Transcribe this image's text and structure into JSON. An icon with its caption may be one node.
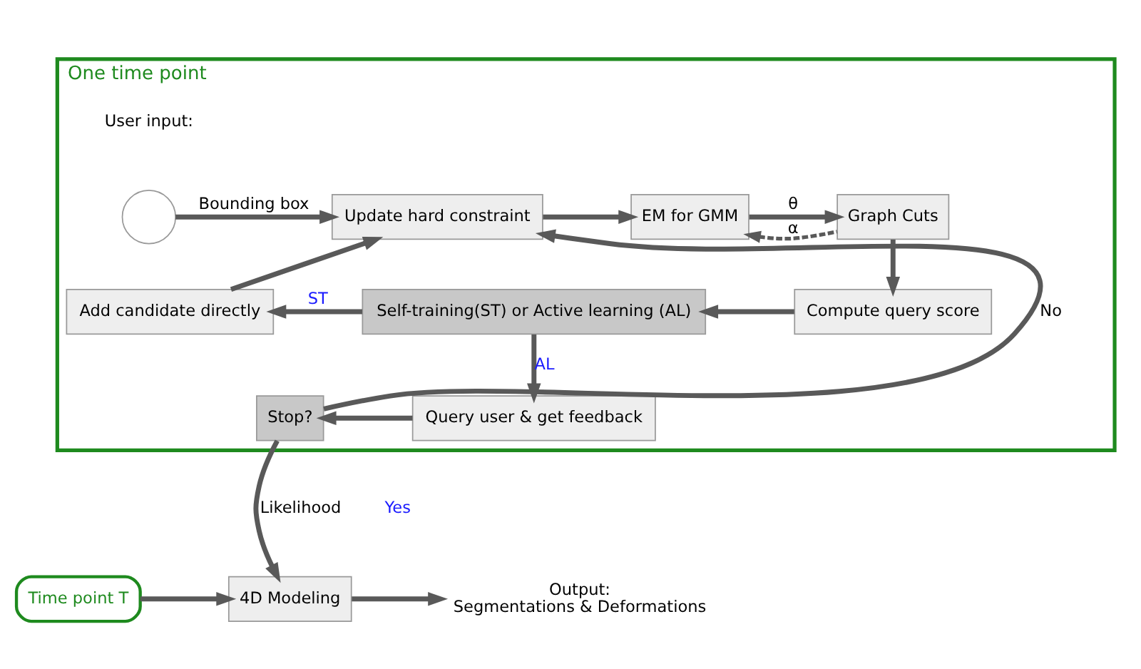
{
  "diagram": {
    "nodes": [
      {
        "text": [
          "One time point"
        ]
      },
      {
        "text": [],
        "shape": "circle",
        "in": 0
      },
      {
        "text": [
          "Update hard constraint"
        ],
        "in": 0
      },
      {
        "text": [
          "EM for GMM"
        ],
        "in": 0
      },
      {
        "text": [
          "Graph Cuts"
        ],
        "in": 0
      },
      {
        "text": [
          "Compute query score"
        ],
        "in": 0
      },
      {
        "text": [
          "Self-training(ST) or Active learning (AL)"
        ],
        "in": 0
      },
      {
        "text": [
          "Add candidate directly"
        ],
        "in": 0
      },
      {
        "text": [
          "Query user & get feedback"
        ],
        "in": 0
      },
      {
        "text": [
          "Stop?"
        ],
        "in": 0
      },
      {
        "text": [
          "4D Modeling"
        ]
      },
      {
        "text": [
          "Time point T"
        ]
      },
      {
        "text": [
          "Output:",
          "Segmentations & Deformations"
        ]
      }
    ],
    "edges": [
      {
        "from": 1,
        "to": 2,
        "arrow": "to",
        "label": "Bounding box"
      },
      {
        "from": 2,
        "to": 3,
        "arrow": "to"
      },
      {
        "from": 3,
        "to": 4,
        "arrow": "to",
        "label": "θ"
      },
      {
        "from": 4,
        "to": 3,
        "arrow": "to",
        "label": "α",
        "style": "dashed"
      },
      {
        "from": 4,
        "to": 5,
        "arrow": "to"
      },
      {
        "from": 5,
        "to": 6,
        "arrow": "to"
      },
      {
        "from": 6,
        "to": 7,
        "arrow": "to",
        "label": "ST"
      },
      {
        "from": 6,
        "to": 8,
        "arrow": "to",
        "label": "AL"
      },
      {
        "from": 7,
        "to": 2,
        "arrow": "to"
      },
      {
        "from": 8,
        "to": 9,
        "arrow": "to"
      },
      {
        "from": 9,
        "to": 2,
        "arrow": "to",
        "label": "No"
      },
      {
        "from": 9,
        "to": 10,
        "arrow": "to",
        "label": "Likelihood"
      },
      {
        "from": 11,
        "to": 10,
        "arrow": "to"
      },
      {
        "from": 10,
        "to": 12,
        "arrow": "to"
      }
    ],
    "labels": [
      "User input:",
      "Yes"
    ]
  }
}
